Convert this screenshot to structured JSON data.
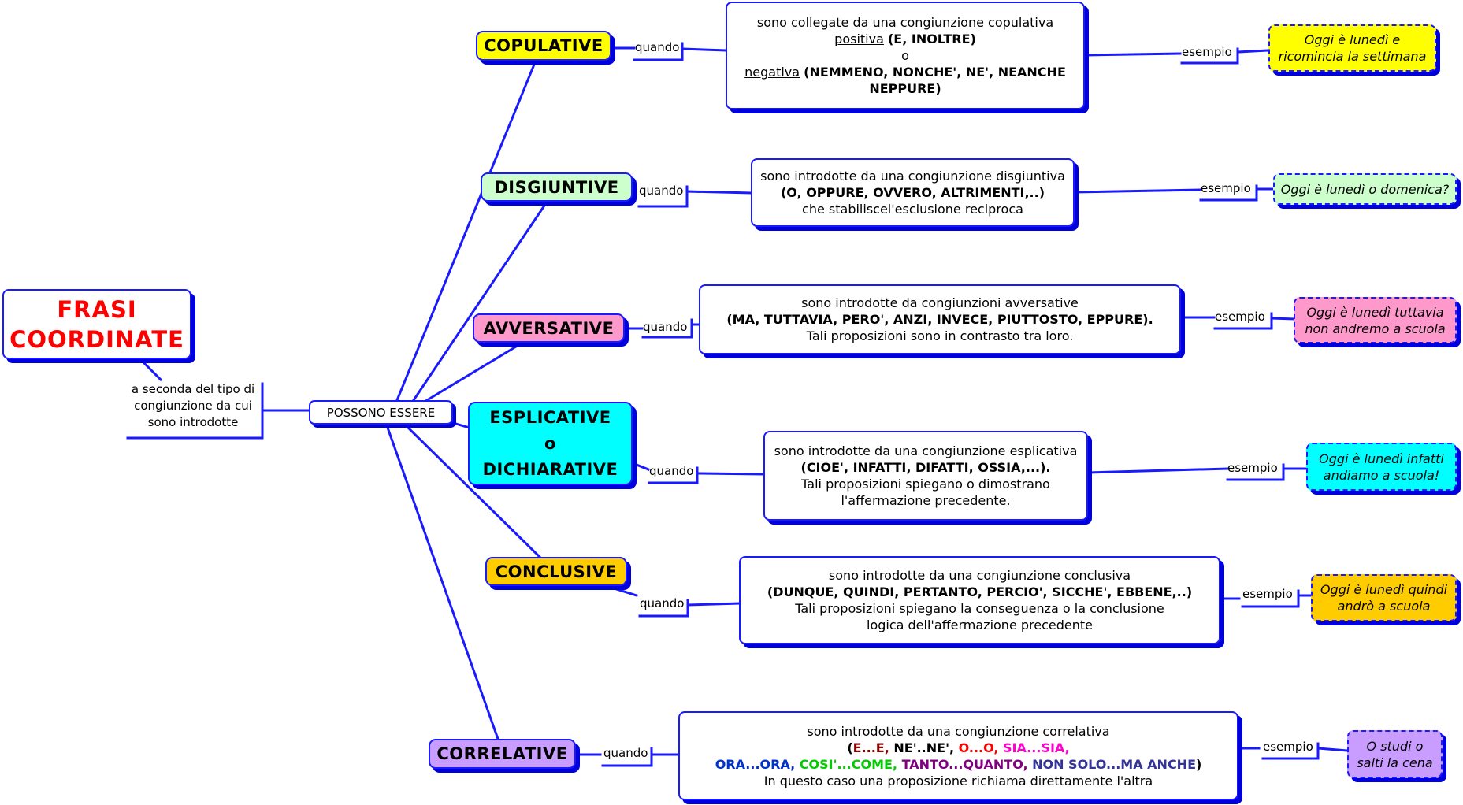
{
  "title": {
    "line1": "FRASI",
    "line2": "COORDINATE"
  },
  "criterion": {
    "lines": [
      "a seconda del tipo di",
      "congiunzione da cui",
      "sono introdotte"
    ]
  },
  "hub": {
    "label": "POSSONO ESSERE"
  },
  "connectors": {
    "when": "quando",
    "example": "esempio"
  },
  "colors": {
    "line": "#1a1aff",
    "shadow": "#0000dd",
    "title": "#ff0000",
    "copulative": "#ffff00",
    "disgiuntive": "#ccffcc",
    "avversative": "#ff99cc",
    "esplicative": "#00ffff",
    "conclusive": "#ffcc00",
    "correlative": "#c99cff"
  },
  "categories": [
    {
      "id": "copulative",
      "label": "COPULATIVE",
      "description": {
        "line1": "sono collegate da una congiunzione copulativa",
        "positive_label": "positiva",
        "positive_words": "(E, INOLTRE)",
        "or": "o",
        "negative_label": "negativa",
        "negative_words": "(NEMMENO, NONCHE', NE', NEANCHE",
        "negative_words_2": "NEPPURE)"
      },
      "example": {
        "line1": "Oggi è lunedì e",
        "line2": "ricomincia la settimana"
      }
    },
    {
      "id": "disgiuntive",
      "label": "DISGIUNTIVE",
      "description": {
        "line1": "sono introdotte da una congiunzione disgiuntiva",
        "words": "(O, OPPURE, OVVERO, ALTRIMENTI,..)",
        "line3": "che stabiliscel'esclusione reciproca"
      },
      "example": {
        "line1": "Oggi è lunedì o domenica?"
      }
    },
    {
      "id": "avversative",
      "label": "AVVERSATIVE",
      "description": {
        "line1": "sono introdotte da congiunzioni avversative",
        "words": "(MA, TUTTAVIA, PERO', ANZI, INVECE, PIUTTOSTO, EPPURE).",
        "line3": "Tali proposizioni sono in contrasto tra loro."
      },
      "example": {
        "line1": "Oggi è lunedì tuttavia",
        "line2": "non andremo a scuola"
      }
    },
    {
      "id": "esplicative",
      "label_line1": "ESPLICATIVE",
      "label_line2": "o",
      "label_line3": "DICHIARATIVE",
      "description": {
        "line1": "sono introdotte da una congiunzione esplicativa",
        "words": "(CIOE', INFATTI, DIFATTI, OSSIA,...).",
        "line3": "Tali proposizioni spiegano o dimostrano",
        "line4": "l'affermazione precedente."
      },
      "example": {
        "line1": "Oggi è lunedì infatti",
        "line2": "andiamo a scuola!"
      }
    },
    {
      "id": "conclusive",
      "label": "CONCLUSIVE",
      "description": {
        "line1": "sono introdotte da una congiunzione conclusiva",
        "words": "(DUNQUE, QUINDI, PERTANTO, PERCIO', SICCHE', EBBENE,..)",
        "line3": "Tali proposizioni spiegano la conseguenza o la conclusione",
        "line4": "logica dell'affermazione precedente"
      },
      "example": {
        "line1": "Oggi è lunedì quindi",
        "line2": "andrò a scuola"
      }
    },
    {
      "id": "correlative",
      "label": "CORRELATIVE",
      "description": {
        "line1": "sono introdotte da una congiunzione correlativa",
        "pairs_row1": [
          {
            "text": "(",
            "color": "#000000"
          },
          {
            "text": "E...E,",
            "color": "#8b0000"
          },
          {
            "text": " NE'..NE',",
            "color": "#000000"
          },
          {
            "text": " O...O,",
            "color": "#ff0000"
          },
          {
            "text": " SIA...SIA,",
            "color": "#ff00cc"
          }
        ],
        "pairs_row2": [
          {
            "text": "ORA...ORA,",
            "color": "#0033cc"
          },
          {
            "text": " COSI'...COME,",
            "color": "#00cc00"
          },
          {
            "text": " TANTO...QUANTO,",
            "color": "#800080"
          },
          {
            "text": " NON SOLO...MA ANCHE",
            "color": "#333399"
          },
          {
            "text": ")",
            "color": "#000000"
          }
        ],
        "line4": "In questo caso una proposizione richiama direttamente l'altra"
      },
      "example": {
        "line1": "O studi o",
        "line2": "salti la cena"
      }
    }
  ]
}
